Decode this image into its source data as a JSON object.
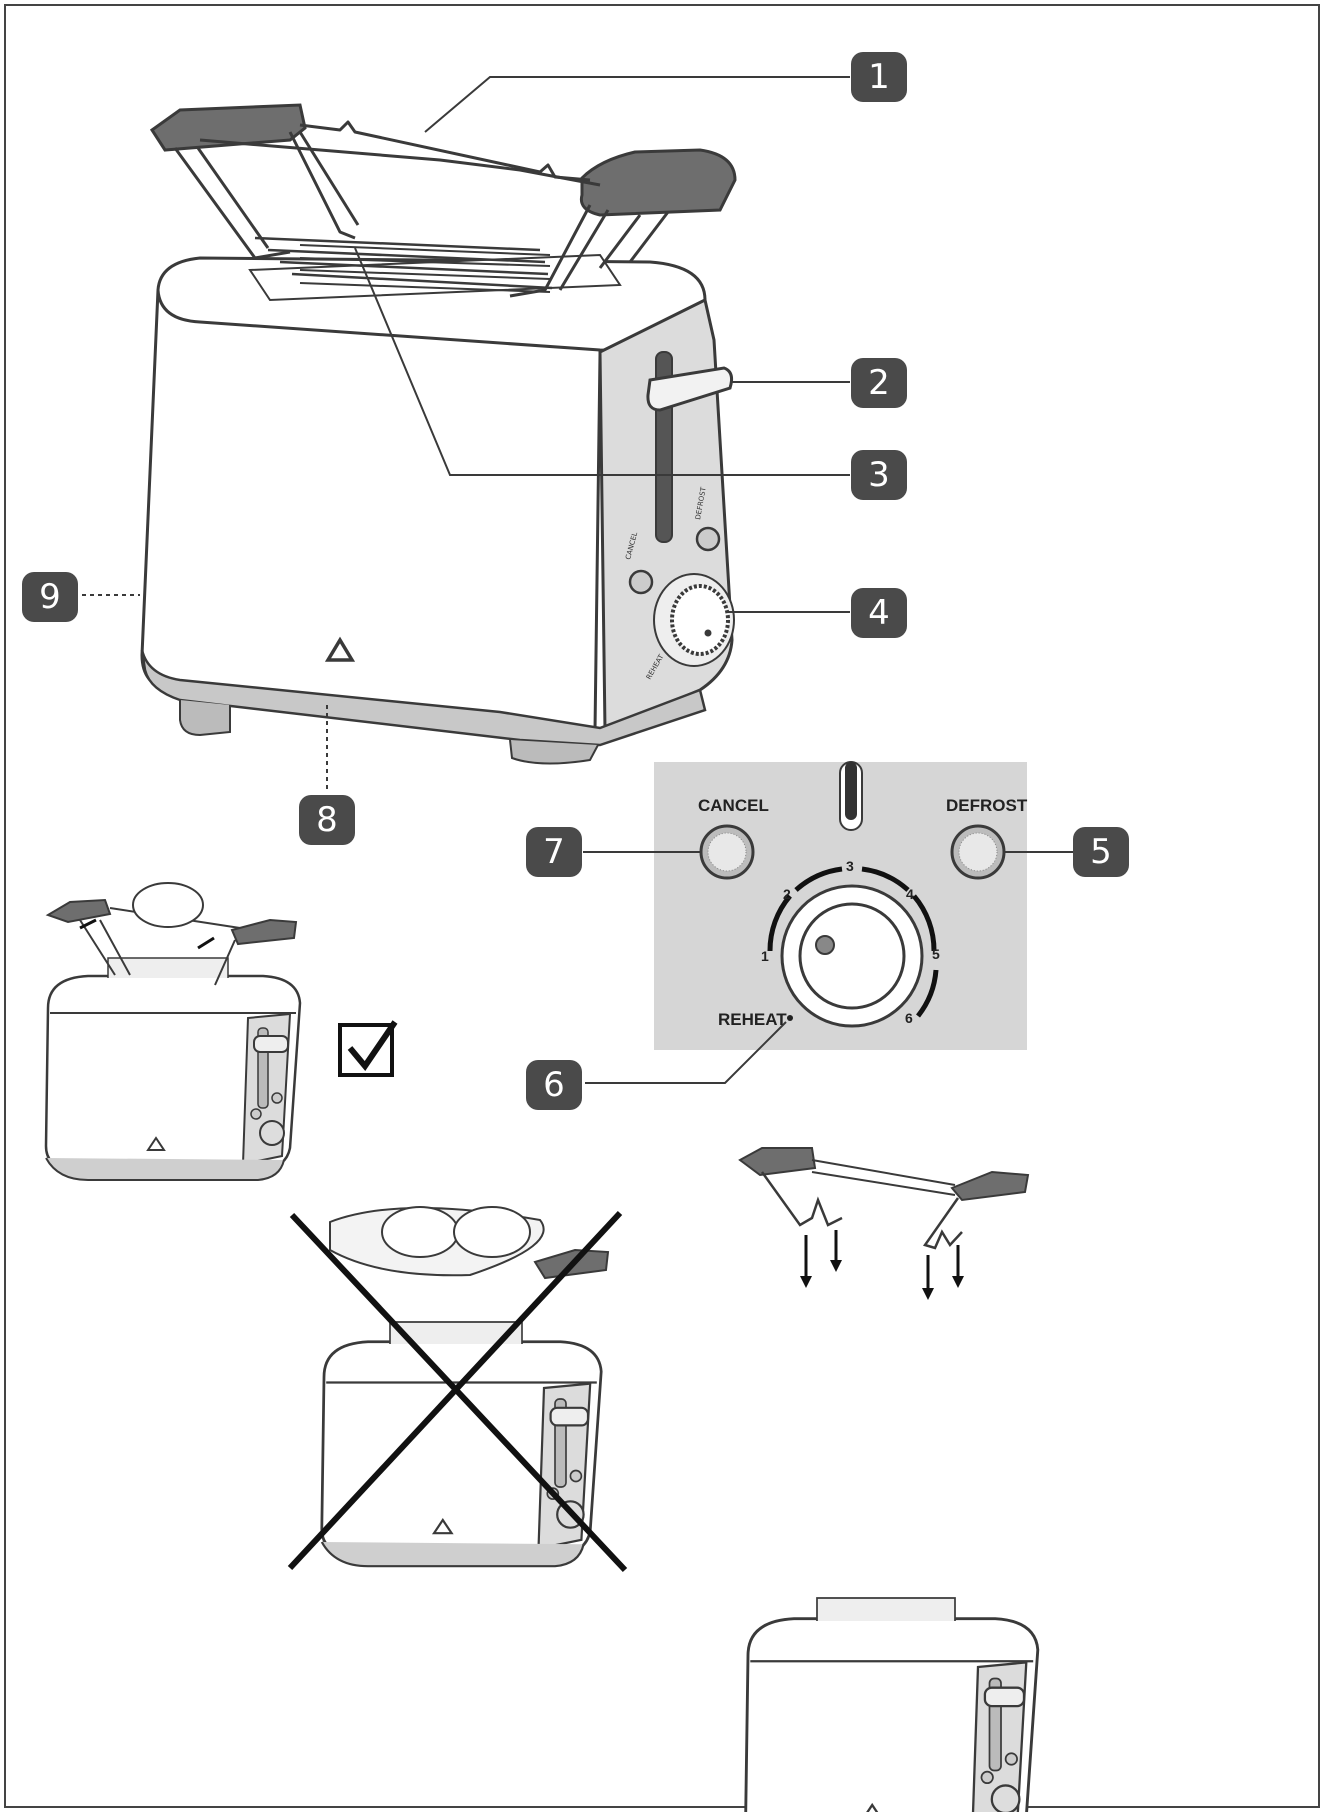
{
  "callouts": {
    "n1": "1",
    "n2": "2",
    "n3": "3",
    "n4": "4",
    "n5": "5",
    "n6": "6",
    "n7": "7",
    "n8": "8",
    "n9": "9"
  },
  "control_panel": {
    "cancel": "CANCEL",
    "defrost": "DEFROST",
    "reheat": "REHEAT",
    "dial_settings": [
      "1",
      "2",
      "3",
      "4",
      "5",
      "6"
    ]
  },
  "colors": {
    "outline": "#3a3a3a",
    "body_fill": "#ffffff",
    "side_fill": "#dcdcdc",
    "dark_part": "#6e6e6e",
    "panel_bg": "#d6d6d6",
    "badge_bg": "#4a4a4a"
  },
  "marks": {
    "correct": "check-mark-icon",
    "incorrect": "cross-icon"
  }
}
